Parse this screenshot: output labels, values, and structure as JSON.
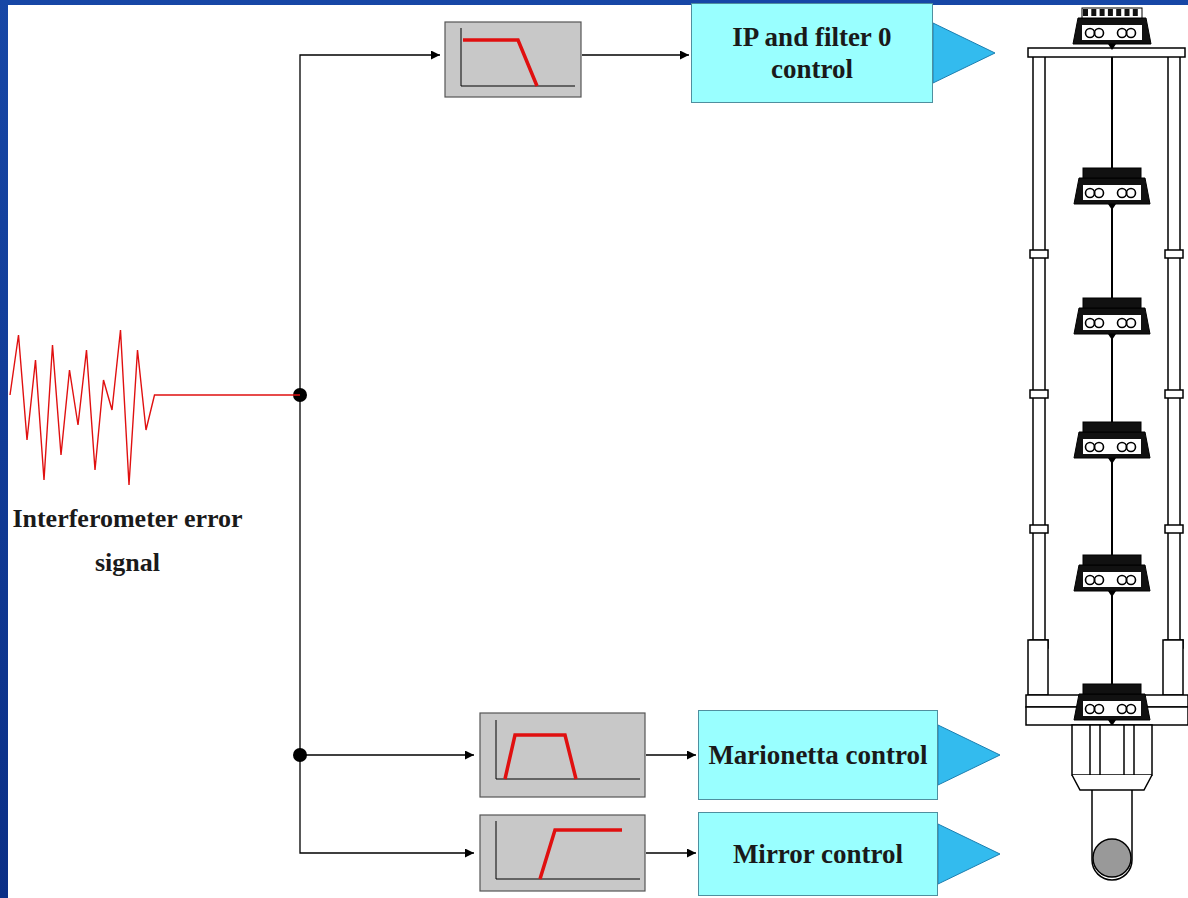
{
  "diagram": {
    "nodes": [
      {
        "text": [
          "IP and filter 0 control"
        ]
      },
      {
        "text": [
          "Marionetta control"
        ]
      },
      {
        "text": [
          "Mirror control"
        ]
      }
    ],
    "labels": [
      "Interferometer error signal"
    ]
  }
}
